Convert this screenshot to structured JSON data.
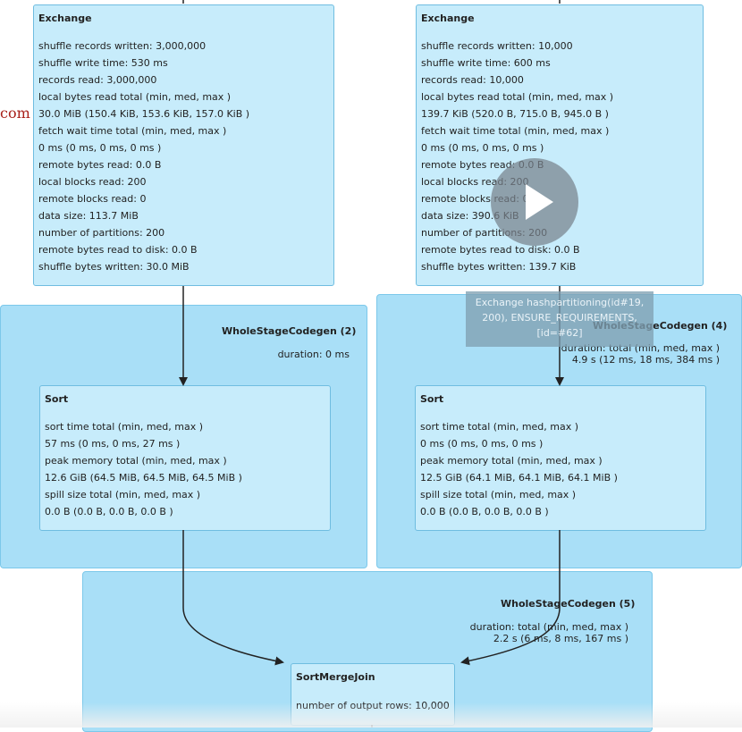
{
  "side_text": "com",
  "exchange_left": {
    "title": "Exchange",
    "metrics": [
      "shuffle records written: 3,000,000",
      "shuffle write time: 530 ms",
      "records read: 3,000,000",
      "local bytes read total (min, med, max )",
      "30.0 MiB (150.4 KiB, 153.6 KiB, 157.0 KiB )",
      "fetch wait time total (min, med, max )",
      "0 ms (0 ms, 0 ms, 0 ms )",
      "remote bytes read: 0.0 B",
      "local blocks read: 200",
      "remote blocks read: 0",
      "data size: 113.7 MiB",
      "number of partitions: 200",
      "remote bytes read to disk: 0.0 B",
      "shuffle bytes written: 30.0 MiB"
    ]
  },
  "exchange_right": {
    "title": "Exchange",
    "metrics": [
      "shuffle records written: 10,000",
      "shuffle write time: 600 ms",
      "records read: 10,000",
      "local bytes read total (min, med, max )",
      "139.7 KiB (520.0 B, 715.0 B, 945.0 B )",
      "fetch wait time total (min, med, max )",
      "0 ms (0 ms, 0 ms, 0 ms )",
      "remote bytes read: 0.0 B",
      "local blocks read: 200",
      "remote blocks read: 0",
      "data size: 390.6 KiB",
      "number of partitions: 200",
      "remote bytes read to disk: 0.0 B",
      "shuffle bytes written: 139.7 KiB"
    ]
  },
  "wsc2": {
    "title": "WholeStageCodegen (2)",
    "duration": "duration: 0 ms",
    "sort": {
      "title": "Sort",
      "metrics": [
        "sort time total (min, med, max )",
        "57 ms (0 ms, 0 ms, 27 ms )",
        "peak memory total (min, med, max )",
        "12.6 GiB (64.5 MiB, 64.5 MiB, 64.5 MiB )",
        "spill size total (min, med, max )",
        "0.0 B (0.0 B, 0.0 B, 0.0 B )"
      ]
    }
  },
  "wsc4": {
    "title": "WholeStageCodegen (4)",
    "duration_line1": "duration: total (min, med, max )",
    "duration_line2": "4.9 s (12 ms, 18 ms, 384 ms )",
    "sort": {
      "title": "Sort",
      "metrics": [
        "sort time total (min, med, max )",
        "0 ms (0 ms, 0 ms, 0 ms )",
        "peak memory total (min, med, max )",
        "12.5 GiB (64.1 MiB, 64.1 MiB, 64.1 MiB )",
        "spill size total (min, med, max )",
        "0.0 B (0.0 B, 0.0 B, 0.0 B )"
      ]
    }
  },
  "wsc5": {
    "title": "WholeStageCodegen (5)",
    "duration_line1": "duration: total (min, med, max )",
    "duration_line2": "2.2 s (6 ms, 8 ms, 167 ms )",
    "join": {
      "title": "SortMergeJoin",
      "metric": "number of output rows: 10,000"
    }
  },
  "tooltip": {
    "line1": "Exchange hashpartitioning(id#19,",
    "line2": "200), ENSURE_REQUIREMENTS,",
    "line3": "[id=#62]"
  },
  "colors": {
    "cluster": "#a9dff7",
    "node": "#c7ecfb",
    "side_text": "#a8201a"
  },
  "icons": {
    "play": "play-icon"
  }
}
